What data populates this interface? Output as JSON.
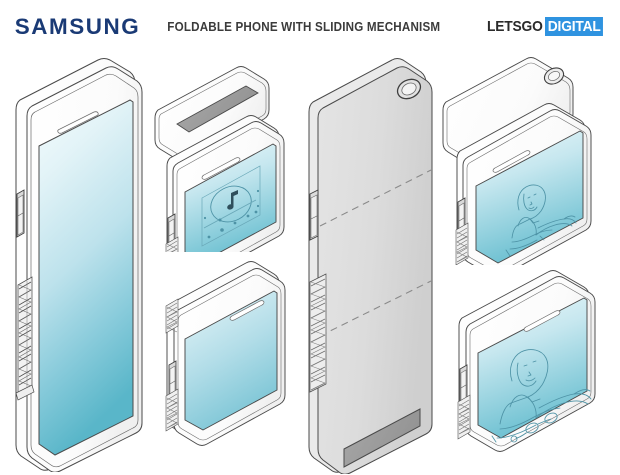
{
  "header": {
    "brand": "SAMSUNG",
    "title": "FOLDABLE PHONE WITH SLIDING MECHANISM",
    "watermark_left": "LETSGO",
    "watermark_right": "DIGITAL",
    "brand_color": "#1a3a75",
    "title_color": "#3b3b3b",
    "watermark_accent": "#2f93e0"
  },
  "palette": {
    "screen_top": "#f2fbfc",
    "screen_bottom": "#5fb9cb",
    "screen_mid": "#bfe4ec",
    "outline": "#4a4a4a",
    "body_fill": "#ffffff",
    "body_shade": "#e9e9e9",
    "panel_gray": "#9d9d9d",
    "hinge_gray": "#d8d8d8",
    "ui_line": "#5a9fb0"
  },
  "figures": [
    {
      "id": "fig-main",
      "name": "unfolded-phone-front",
      "caption": "Unfolded phone, front view with full-height display",
      "screen_content": "blank gradient display",
      "features": [
        "earpiece-speaker",
        "side-button",
        "sliding-hinge-spring"
      ]
    },
    {
      "id": "fig-music",
      "name": "phone-slid-open-music-player",
      "caption": "Phone slid open showing music player on lower display",
      "screen_content": "music player",
      "features": [
        "gray-slider-panel",
        "earpiece-speaker",
        "side-button",
        "hinge-teeth"
      ],
      "ui": {
        "album_icon": "music-note-icon",
        "progress_track": true,
        "control_dots": 5
      }
    },
    {
      "id": "fig-folded",
      "name": "phone-folded-compact",
      "caption": "Phone folded into compact square form",
      "screen_content": "blank gradient display",
      "features": [
        "earpiece-speaker",
        "side-button",
        "hinge-teeth-top",
        "hinge-teeth-bottom"
      ]
    },
    {
      "id": "fig-back",
      "name": "phone-rear-view",
      "caption": "Rear view showing camera, fold lines and sliding panel",
      "screen_content": "none",
      "features": [
        "rear-camera-ring",
        "fold-line-upper",
        "fold-line-lower",
        "sliding-hinge-spring",
        "side-button",
        "bottom-gray-panel"
      ]
    },
    {
      "id": "fig-selfie1",
      "name": "phone-open-selfie-upper",
      "caption": "Phone open showing selfie camera preview",
      "screen_content": "person portrait preview",
      "features": [
        "rear-camera-ring",
        "earpiece-speaker",
        "side-button",
        "hinge-teeth"
      ]
    },
    {
      "id": "fig-selfie2",
      "name": "phone-open-selfie-lower",
      "caption": "Phone open showing selfie camera preview, second angle",
      "screen_content": "person portrait preview",
      "features": [
        "earpiece-speaker",
        "side-button",
        "hinge-teeth-bottom"
      ]
    }
  ]
}
